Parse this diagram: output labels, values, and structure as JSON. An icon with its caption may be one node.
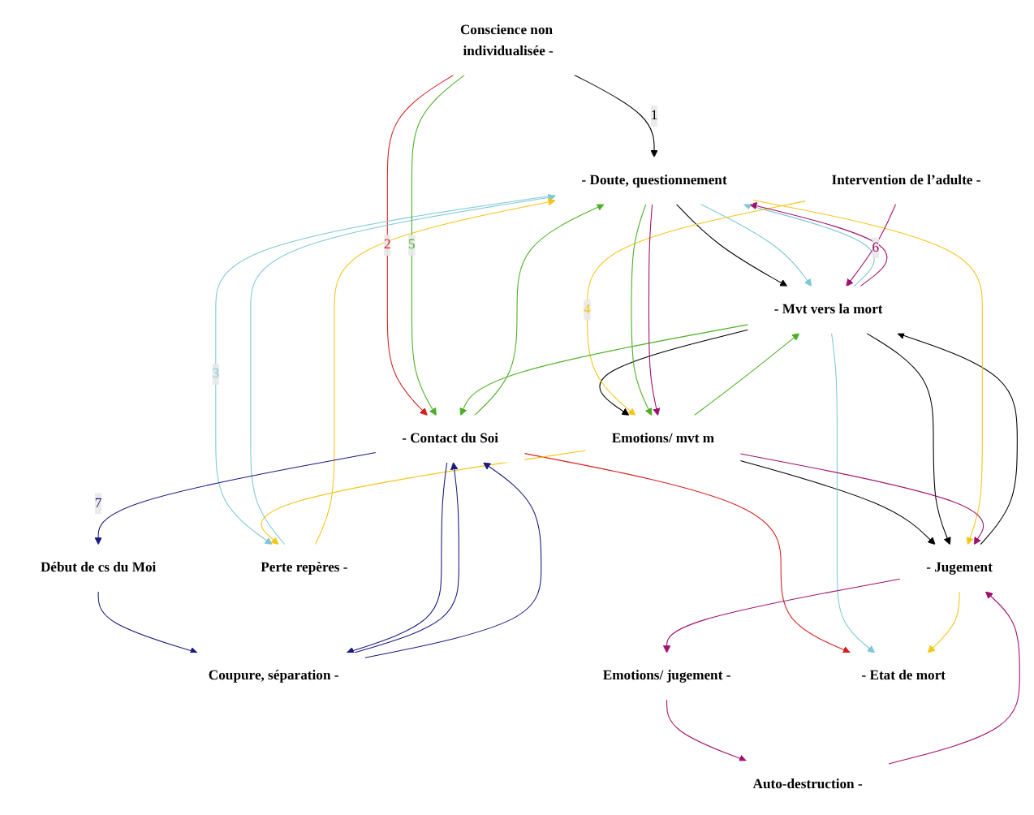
{
  "diagram": {
    "nodes": [
      {
        "text": [
          "Conscience non individualisée -"
        ]
      },
      {
        "text": [
          "Début de cs du Moi"
        ]
      },
      {
        "text": [
          "Coupure, séparation -"
        ]
      },
      {
        "text": [
          "Auto-destruction -"
        ]
      },
      {
        "text": [
          "Emotions/ jugement -"
        ]
      },
      {
        "text": [
          "Intervention de l’adulte -"
        ]
      },
      {
        "text": [
          "Perte repères -"
        ]
      },
      {
        "text": [
          "- Doute, questionnement"
        ]
      },
      {
        "text": [
          "- Mvt vers la mort"
        ]
      },
      {
        "text": [
          "Emotions/ mvt m"
        ]
      },
      {
        "text": [
          "- Jugement"
        ]
      },
      {
        "text": [
          "- Contact du Soi"
        ]
      },
      {
        "text": [
          "- Etat de mort"
        ]
      }
    ],
    "edges": [
      {
        "from": 0,
        "to": 7,
        "arrow": "to",
        "label": "1",
        "color": "#000000"
      },
      {
        "from": 7,
        "to": 8,
        "arrow": "to",
        "color": "#000000"
      },
      {
        "from": 8,
        "to": 9,
        "arrow": "to",
        "color": "#000000"
      },
      {
        "from": 9,
        "to": 10,
        "arrow": "to",
        "color": "#000000"
      },
      {
        "from": 8,
        "to": 10,
        "arrow": "to",
        "color": "#000000"
      },
      {
        "from": 10,
        "to": 8,
        "arrow": "to",
        "color": "#000000"
      },
      {
        "from": 0,
        "to": 11,
        "arrow": "to",
        "label": "2",
        "color": "#d62020"
      },
      {
        "from": 11,
        "to": 12,
        "arrow": "to",
        "color": "#d62020"
      },
      {
        "from": 7,
        "to": 6,
        "arrow": "to",
        "label": "3",
        "color": "#7ec8d6"
      },
      {
        "from": 6,
        "to": 7,
        "arrow": "to",
        "color": "#7ec8d6"
      },
      {
        "from": 7,
        "to": 8,
        "arrow": "to",
        "color": "#7ec8d6"
      },
      {
        "from": 8,
        "to": 7,
        "arrow": "to",
        "color": "#7ec8d6"
      },
      {
        "from": 8,
        "to": 12,
        "arrow": "to",
        "color": "#7ec8d6"
      },
      {
        "from": 5,
        "to": 9,
        "arrow": "to",
        "label": "4",
        "color": "#f5c518"
      },
      {
        "from": 9,
        "to": 6,
        "arrow": "to",
        "color": "#f5c518"
      },
      {
        "from": 6,
        "to": 7,
        "arrow": "to",
        "color": "#f5c518"
      },
      {
        "from": 7,
        "to": 10,
        "arrow": "to",
        "color": "#f5c518"
      },
      {
        "from": 10,
        "to": 12,
        "arrow": "to",
        "color": "#f5c518"
      },
      {
        "from": 0,
        "to": 11,
        "arrow": "to",
        "label": "5",
        "color": "#4caf24"
      },
      {
        "from": 11,
        "to": 7,
        "arrow": "to",
        "color": "#4caf24"
      },
      {
        "from": 7,
        "to": 9,
        "arrow": "to",
        "color": "#4caf24"
      },
      {
        "from": 9,
        "to": 8,
        "arrow": "to",
        "color": "#4caf24"
      },
      {
        "from": 8,
        "to": 11,
        "arrow": "to",
        "color": "#4caf24"
      },
      {
        "from": 5,
        "to": 8,
        "arrow": "to",
        "label": "6",
        "color": "#a0106e"
      },
      {
        "from": 8,
        "to": 7,
        "arrow": "to",
        "color": "#a0106e"
      },
      {
        "from": 7,
        "to": 9,
        "arrow": "to",
        "color": "#a0106e"
      },
      {
        "from": 9,
        "to": 10,
        "arrow": "to",
        "color": "#a0106e"
      },
      {
        "from": 10,
        "to": 4,
        "arrow": "to",
        "color": "#a0106e"
      },
      {
        "from": 4,
        "to": 3,
        "arrow": "to",
        "color": "#a0106e"
      },
      {
        "from": 3,
        "to": 10,
        "arrow": "to",
        "color": "#a0106e"
      },
      {
        "from": 11,
        "to": 1,
        "arrow": "to",
        "label": "7",
        "color": "#1a1a80"
      },
      {
        "from": 1,
        "to": 2,
        "arrow": "to",
        "color": "#1a1a80"
      },
      {
        "from": 2,
        "to": 11,
        "arrow": "to",
        "color": "#1a1a80"
      },
      {
        "from": 11,
        "to": 2,
        "arrow": "to",
        "color": "#1a1a80"
      },
      {
        "from": 2,
        "to": 11,
        "arrow": "to",
        "color": "#1a1a80"
      }
    ]
  }
}
